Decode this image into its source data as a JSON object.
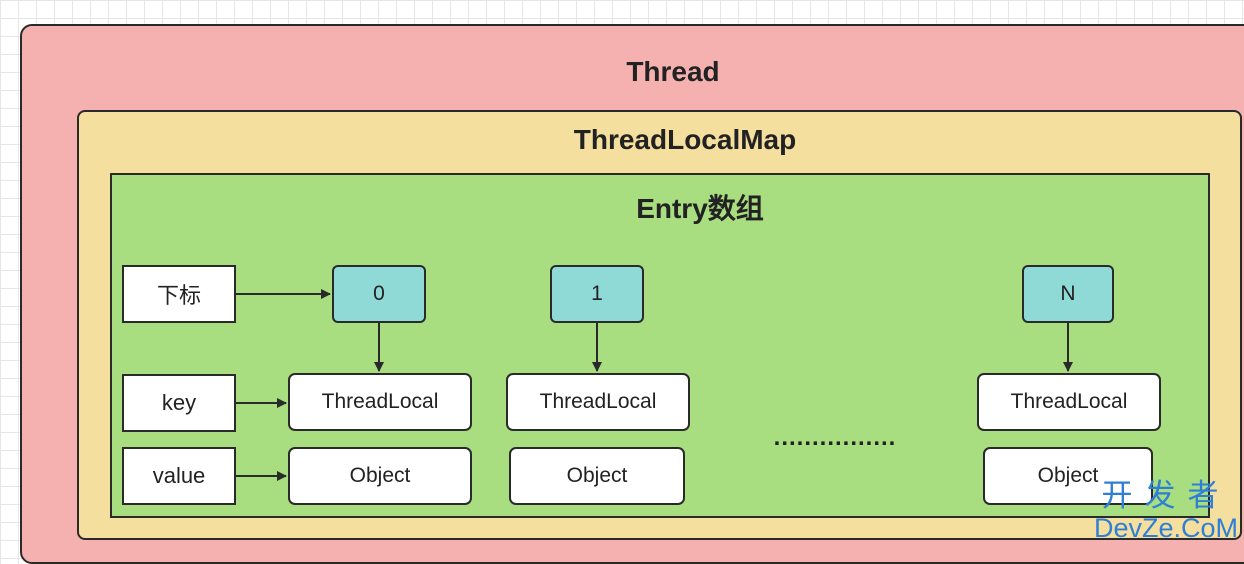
{
  "diagram": {
    "thread_title": "Thread",
    "map_title": "ThreadLocalMap",
    "entry_title": "Entry数组",
    "row_labels": {
      "index": "下标",
      "key": "key",
      "value": "value"
    },
    "columns": [
      {
        "index": "0",
        "key": "ThreadLocal",
        "value": "Object"
      },
      {
        "index": "1",
        "key": "ThreadLocal",
        "value": "Object"
      },
      {
        "index": "N",
        "key": "ThreadLocal",
        "value": "Object"
      }
    ],
    "ellipsis": "................"
  },
  "watermark": {
    "cn": "开发者",
    "en": "DevZe.CoM"
  },
  "colors": {
    "thread_bg": "#f4b1af",
    "map_bg": "#f5df9e",
    "entry_bg": "#a8dd80",
    "index_bg": "#8fdad6",
    "watermark": "#2f7fd6"
  }
}
